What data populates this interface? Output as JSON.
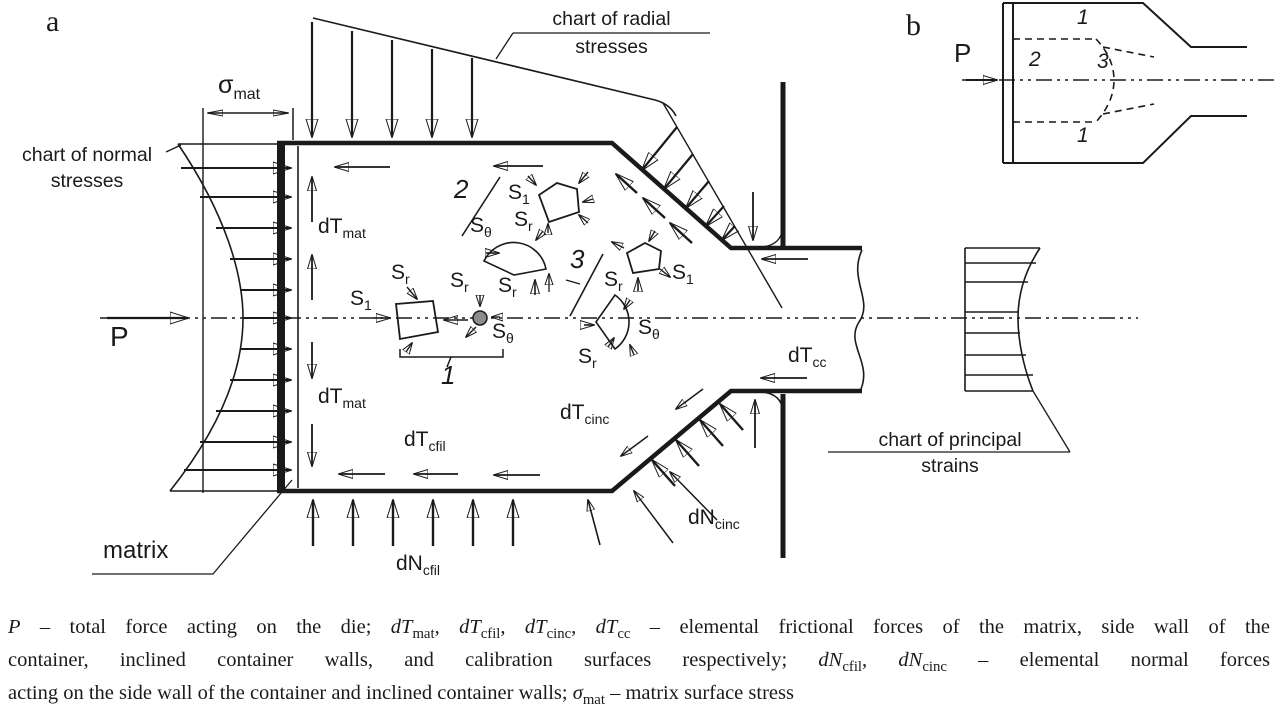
{
  "colors": {
    "ink": "#1a1a1a",
    "bg": "#ffffff",
    "element_dot_fill": "#8c8c8c"
  },
  "panel_a": {
    "label": "a",
    "p_label": "P",
    "matrix_label": "matrix",
    "chart_normal": {
      "line1": "chart of normal",
      "line2": "stresses"
    },
    "chart_radial": {
      "line1": "chart of radial",
      "line2": "stresses"
    },
    "chart_principal": {
      "line1": "chart of principal",
      "line2": "strains"
    }
  },
  "panel_b": {
    "label": "b",
    "p_label": "P",
    "zone1_top": "1",
    "zone2": "2",
    "zone3": "3",
    "zone1_bottom": "1"
  },
  "forces": {
    "dTmat": {
      "m": "dT",
      "s": "mat"
    },
    "dTcfil": {
      "m": "dT",
      "s": "cfil"
    },
    "dTcinc": {
      "m": "dT",
      "s": "cinc"
    },
    "dTcc": {
      "m": "dT",
      "s": "cc"
    },
    "dNcfil": {
      "m": "dN",
      "s": "cfil"
    },
    "dNcinc": {
      "m": "dN",
      "s": "cinc"
    }
  },
  "sym": {
    "sigma": {
      "m": "σ",
      "s": "mat"
    },
    "S1": {
      "m": "S",
      "s": "1"
    },
    "Sr": {
      "m": "S",
      "s": "r"
    },
    "Sth": {
      "m": "S",
      "s": "θ"
    }
  },
  "nums": {
    "g1": "1",
    "g2": "2",
    "g3": "3"
  },
  "caption": {
    "lines": [
      [
        {
          "t": "P",
          "i": true
        },
        {
          "t": " – total force acting on the die; "
        },
        {
          "t": "dT",
          "i": true
        },
        {
          "t": "mat",
          "sub": true
        },
        {
          "t": ", "
        },
        {
          "t": "dT",
          "i": true
        },
        {
          "t": "cfil",
          "sub": true
        },
        {
          "t": ", "
        },
        {
          "t": "dT",
          "i": true
        },
        {
          "t": "cinc",
          "sub": true
        },
        {
          "t": ", "
        },
        {
          "t": "dT",
          "i": true
        },
        {
          "t": "cc",
          "sub": true
        },
        {
          "t": " – elemental frictional forces of the matrix, side wall of the"
        }
      ],
      [
        {
          "t": "container, inclined container walls, and calibration surfaces respectively; "
        },
        {
          "t": "dN",
          "i": true
        },
        {
          "t": "cfil",
          "sub": true
        },
        {
          "t": ", "
        },
        {
          "t": "dN",
          "i": true
        },
        {
          "t": "cinc",
          "sub": true
        },
        {
          "t": " – elemental normal forces"
        }
      ],
      [
        {
          "t": "acting on the side wall of the container and inclined container walls; "
        },
        {
          "t": "σ",
          "i": true
        },
        {
          "t": "mat",
          "sub": true
        },
        {
          "t": " – matrix surface stress"
        }
      ]
    ]
  }
}
